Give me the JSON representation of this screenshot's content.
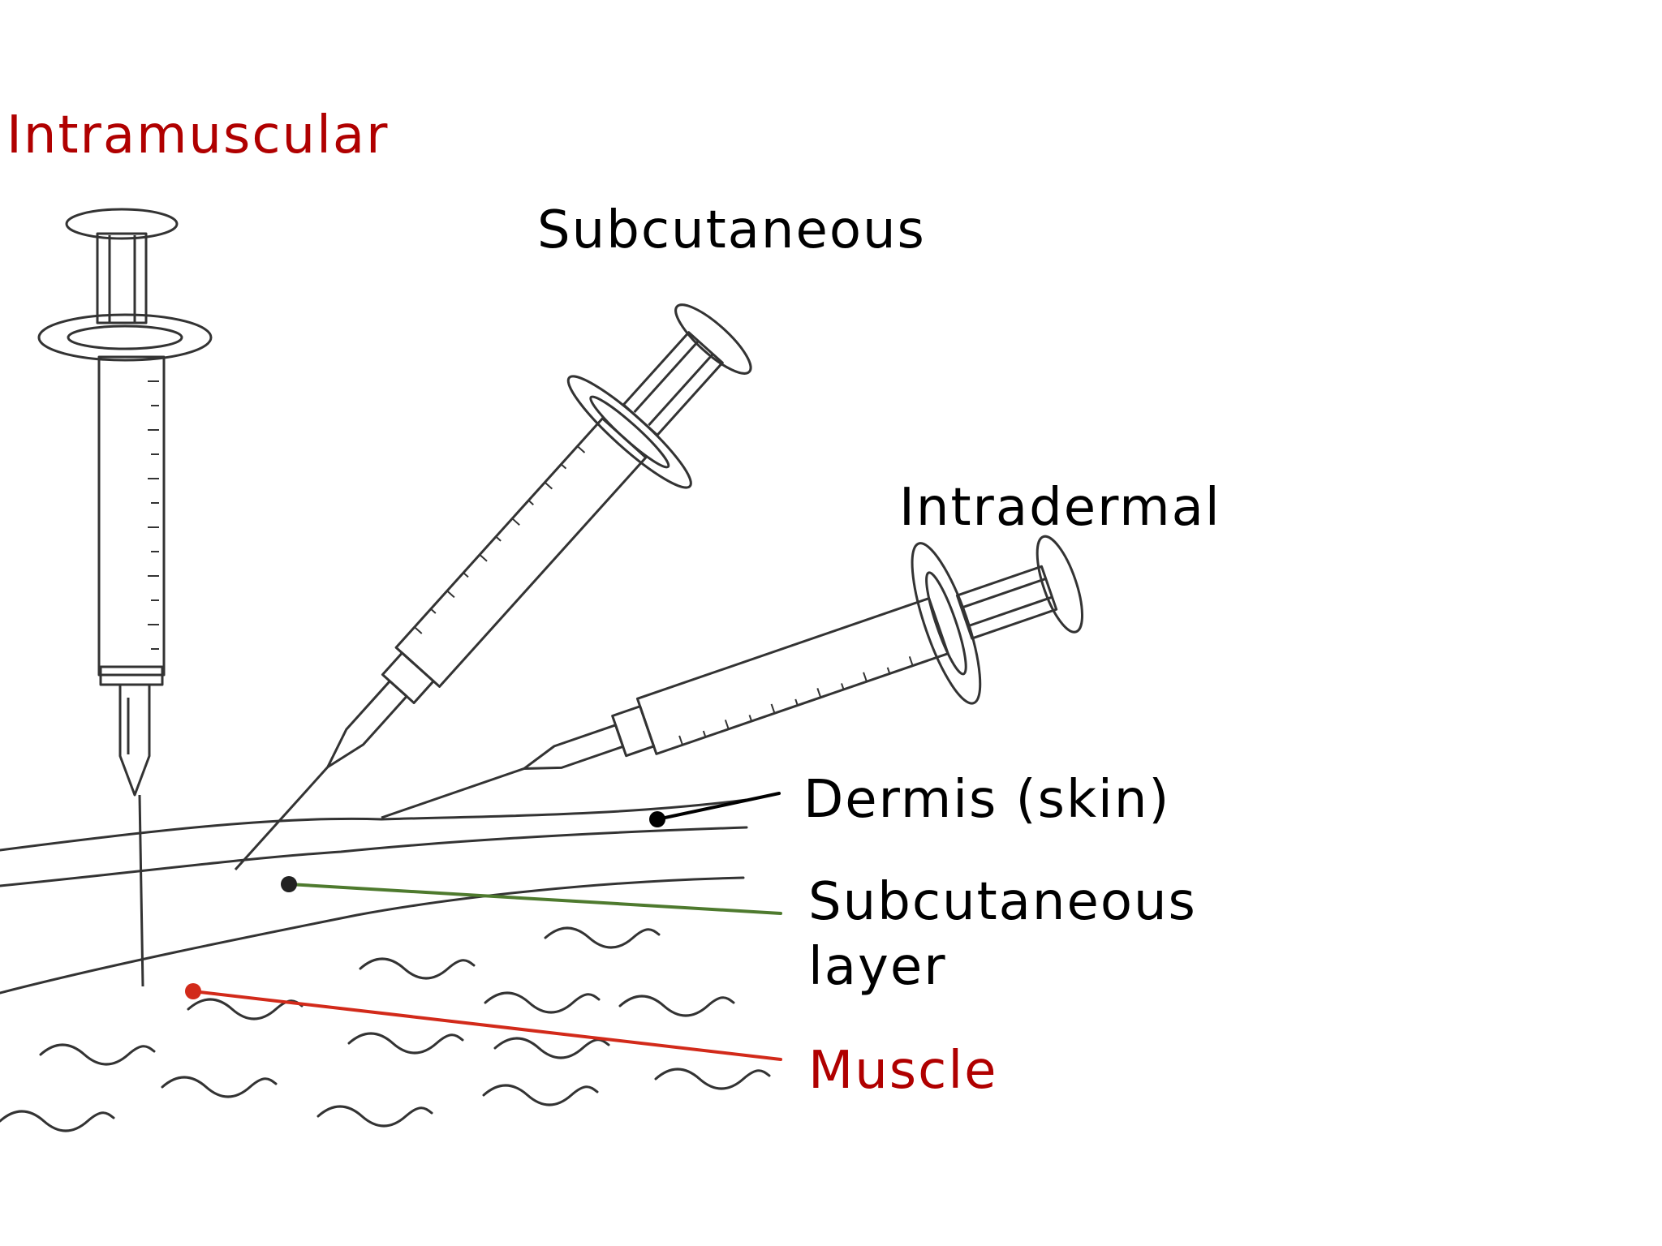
{
  "labels": {
    "intramuscular": "Intramuscular",
    "subcutaneous": "Subcutaneous",
    "intradermal": "Intradermal",
    "dermis": "Dermis (skin)",
    "subcutaneous_layer_line1": "Subcutaneous",
    "subcutaneous_layer_line2": "layer",
    "muscle": "Muscle"
  },
  "colors": {
    "line": "#333333",
    "label_text": "#000000",
    "intramuscular_label": "#b00000",
    "muscle_label": "#b00000",
    "muscle_pointer": "#d22a1a",
    "subcutaneous_pointer": "#4e7a2e",
    "dermis_pointer": "#000000",
    "background": "#ffffff"
  }
}
